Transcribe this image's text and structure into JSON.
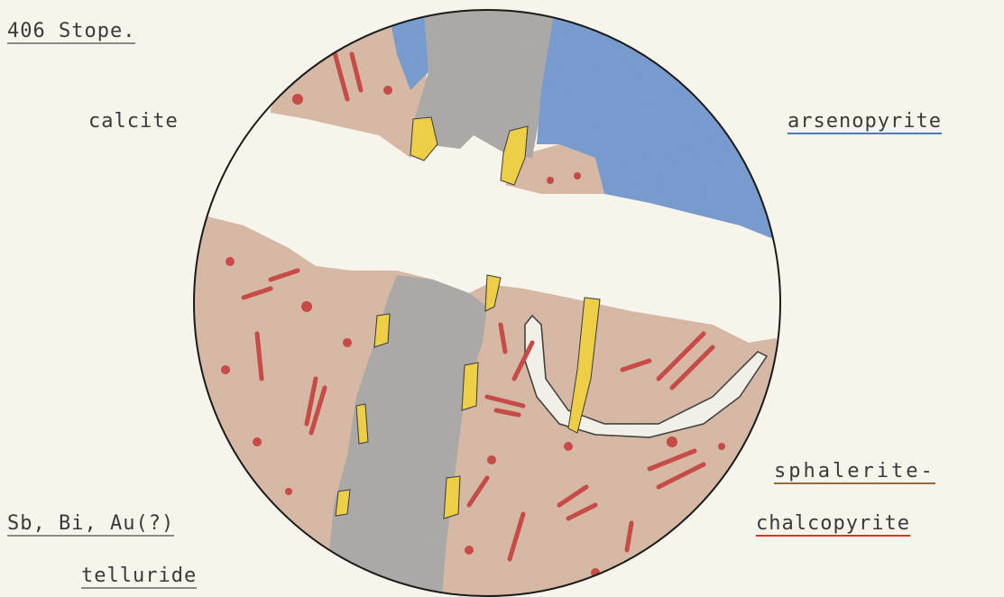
{
  "labels": {
    "title": "406 Stope.",
    "calcite": "calcite",
    "arsenopyrite": "arsenopyrite",
    "sphalerite": "sphalerite-",
    "chalcopyrite": "chalcopyrite",
    "sb_bi_au": "Sb, Bi, Au(?)",
    "telluride": "telluride"
  },
  "colors": {
    "background": "#f7f4ec",
    "calcite_gray": "#a9a7a4",
    "arsenopyrite_blue": "#6f97cf",
    "sphalerite_brown": "#d8b8a2",
    "chalcopyrite_red": "#c8322a",
    "telluride_yellow": "#f2d02a",
    "outline": "#1a1a1a"
  }
}
